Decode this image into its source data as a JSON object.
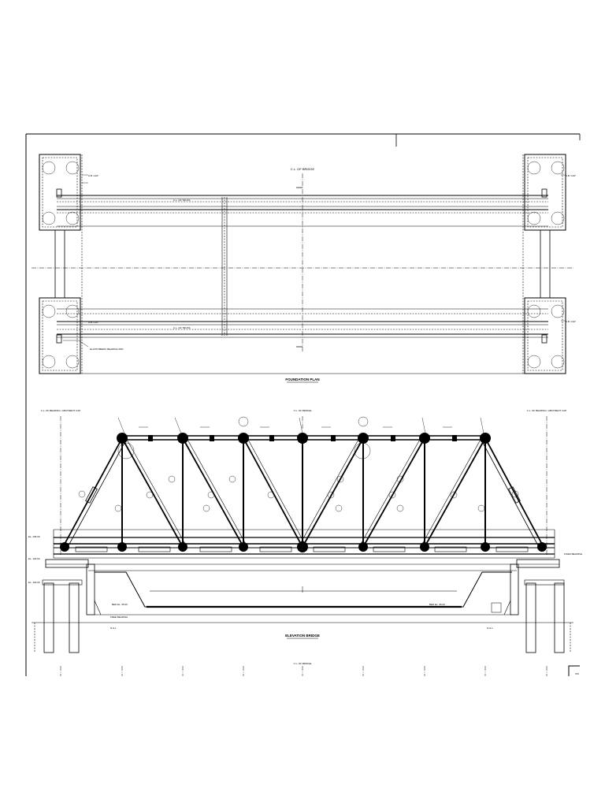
{
  "plan": {
    "title": "FOUNDATION PLAN",
    "centerline_label": "C.L. OF BRIDGE",
    "corner_notes": [
      "A.B. CAP",
      "A.B. CAP",
      "A.B. CAP",
      "A.B. CAP"
    ],
    "top_chord_note": "C.L. OF TRUSS",
    "bottom_chord_note": "C.L. OF TRUSS",
    "callout_note": "ELASTOMERIC BEARING PAD"
  },
  "elevation": {
    "title": "ELEVATION BRIDGE",
    "centerline_label": "C.L. OF BRIDGE",
    "left_bearing_label": "C.L. OF BEARING / ABUTMENT CAP",
    "right_bearing_label": "C.L. OF BEARING / ABUTMENT CAP",
    "elev_left_top": "EL. 105.00",
    "elev_left_mid": "EL. 103.50",
    "elev_left_low": "EL. 102.00",
    "water_left": "BED EL. 95.00",
    "water_right": "BED EL. 95.00",
    "ground_left": "N.G.L.",
    "ground_right": "N.G.L.",
    "bearing_right": "FIXED BEARING",
    "bearing_left": "FREE BEARING",
    "bottom_centerline": "C.L. OF BRIDGE"
  }
}
